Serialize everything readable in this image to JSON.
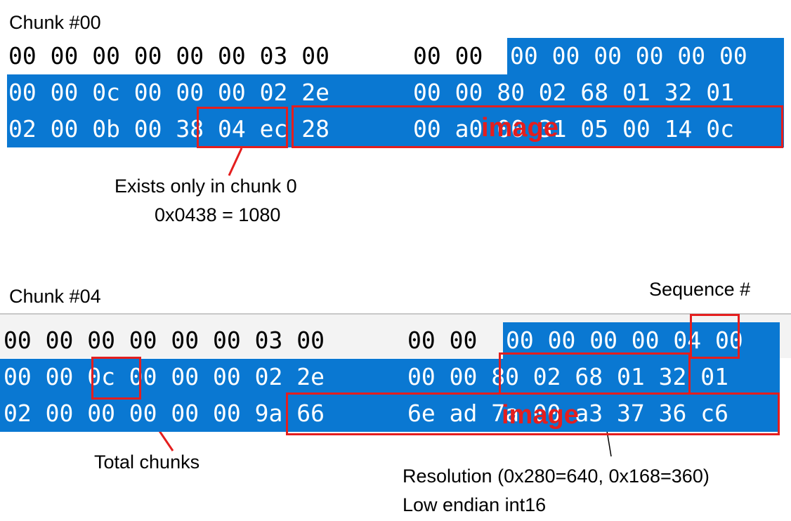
{
  "chunk0": {
    "title": "Chunk #00",
    "rows": [
      [
        "00 00 00 00 00 00 03 00 ",
        "00 00 ",
        "00 00 00 00 00 00"
      ],
      [
        "00 00 0c 00 00 00 02 2e ",
        "00 00 80 02 68 01 32 01"
      ],
      [
        "02 00 0b 00 38 04 ec 28 ",
        "00 a0 00 31 05 00 14 0c"
      ]
    ],
    "image_label": "image",
    "annotation_line1": "Exists only in chunk 0",
    "annotation_line2": "0x0438 = 1080"
  },
  "chunk4": {
    "title": "Chunk #04",
    "rows": [
      [
        "00 00 00 00 00 00 03 00 ",
        "00 00 ",
        "00 00 00 00 04 00"
      ],
      [
        "00 00 0c 00 00 00 02 2e ",
        "00 00 80 02 68 01 32 01"
      ],
      [
        "02 00 00 00 00 00 9a 66 ",
        "6e ad 7a 00 a3 37 36 c6"
      ]
    ],
    "image_label": "image",
    "sequence_label": "Sequence #",
    "total_chunks_label": "Total chunks",
    "resolution_line1": "Resolution (0x280=640, 0x168=360)",
    "resolution_line2": "Low endian int16"
  },
  "colors": {
    "selection": "#0a78d2",
    "annotation": "#e41e1e",
    "row_header": "#f3f3f3"
  }
}
